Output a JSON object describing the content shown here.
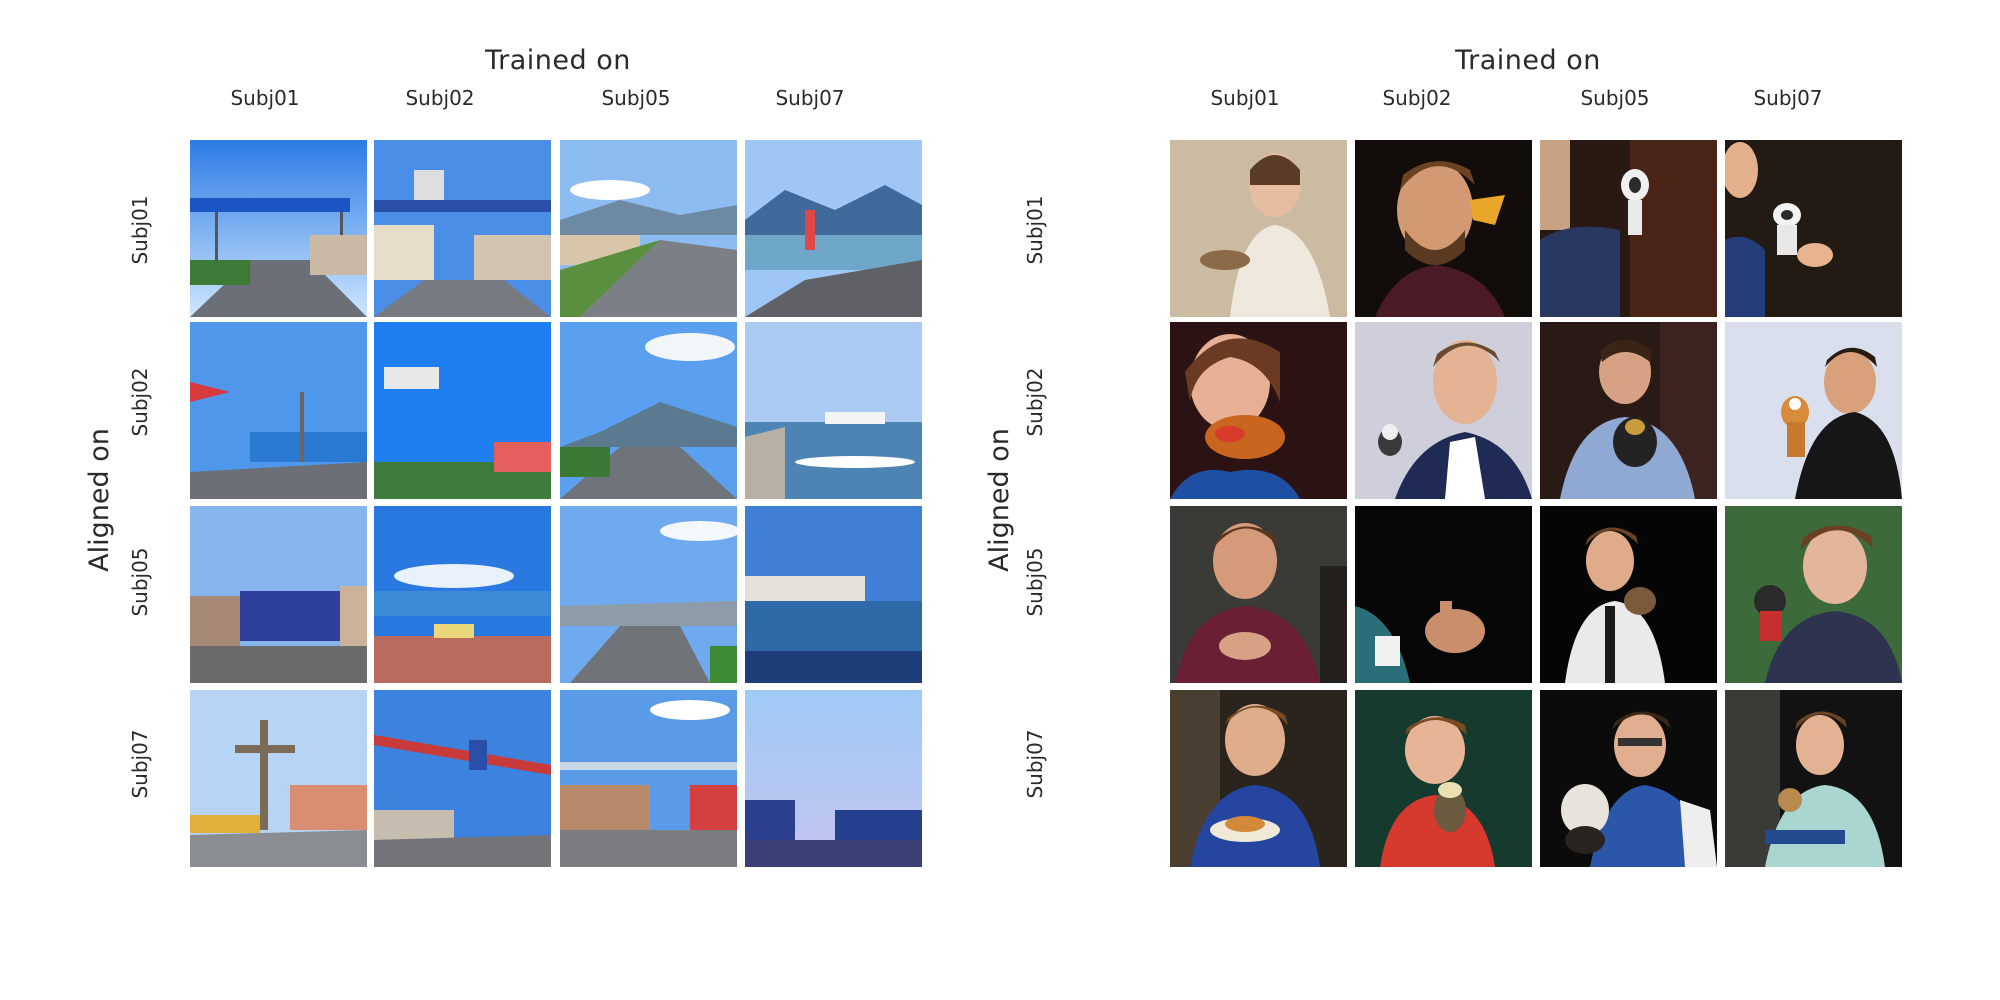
{
  "figure": {
    "panels": [
      {
        "id": "left",
        "title": "Trained on",
        "row_axis": "Aligned on",
        "columns": [
          "Subj01",
          "Subj02",
          "Subj05",
          "Subj07"
        ],
        "rows": [
          "Subj01",
          "Subj02",
          "Subj05",
          "Subj07"
        ],
        "theme": "street scenes: roads, highway signs, waterfront, blue sky"
      },
      {
        "id": "right",
        "title": "Trained on",
        "row_axis": "Aligned on",
        "columns": [
          "Subj01",
          "Subj02",
          "Subj05",
          "Subj07"
        ],
        "rows": [
          "Subj01",
          "Subj02",
          "Subj05",
          "Subj07"
        ],
        "theme": "portraits of people holding food or small toy dogs, dark background"
      }
    ]
  }
}
